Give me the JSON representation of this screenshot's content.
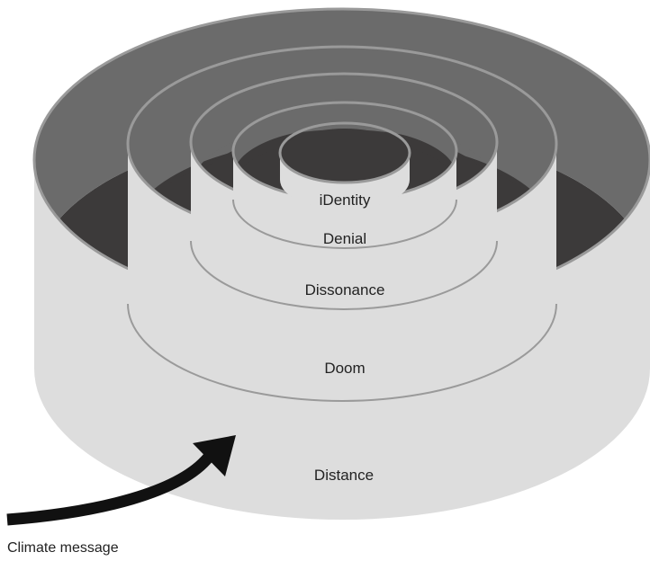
{
  "diagram": {
    "layers": [
      {
        "label": "Distance"
      },
      {
        "label": "Doom"
      },
      {
        "label": "Dissonance"
      },
      {
        "label": "Denial"
      },
      {
        "label": "iDentity"
      }
    ],
    "arrow_label": "Climate message",
    "colors": {
      "wall": "#dddddd",
      "inner_wall": "#6b6b6b",
      "floor": "#3c3a3a",
      "rim": "#9a9a9a",
      "arrow": "#111111",
      "text": "#222222"
    }
  }
}
